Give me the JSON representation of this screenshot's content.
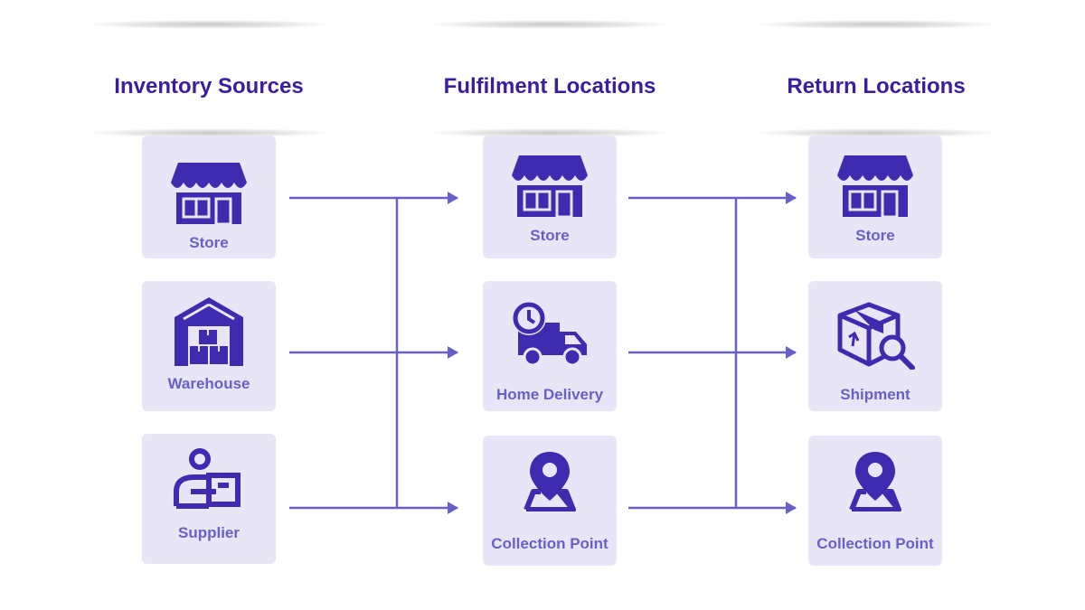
{
  "columns": {
    "inventory": {
      "title": "Inventory Sources",
      "items": [
        {
          "label": "Store",
          "icon": "store-icon"
        },
        {
          "label": "Warehouse",
          "icon": "warehouse-icon"
        },
        {
          "label": "Supplier",
          "icon": "supplier-icon"
        }
      ]
    },
    "fulfilment": {
      "title": "Fulfilment Locations",
      "items": [
        {
          "label": "Store",
          "icon": "store-icon"
        },
        {
          "label": "Home Delivery",
          "icon": "delivery-truck-icon"
        },
        {
          "label": "Collection Point",
          "icon": "map-pin-icon"
        }
      ]
    },
    "returns": {
      "title": "Return Locations",
      "items": [
        {
          "label": "Store",
          "icon": "store-icon"
        },
        {
          "label": "Shipment",
          "icon": "package-search-icon"
        },
        {
          "label": "Collection Point",
          "icon": "map-pin-icon"
        }
      ]
    }
  },
  "colors": {
    "heading": "#3b1e9e",
    "icon": "#3f2bb0",
    "label": "#6a5fc8",
    "card_bg": "#e8e6f6",
    "connector": "#6a5fc8"
  }
}
